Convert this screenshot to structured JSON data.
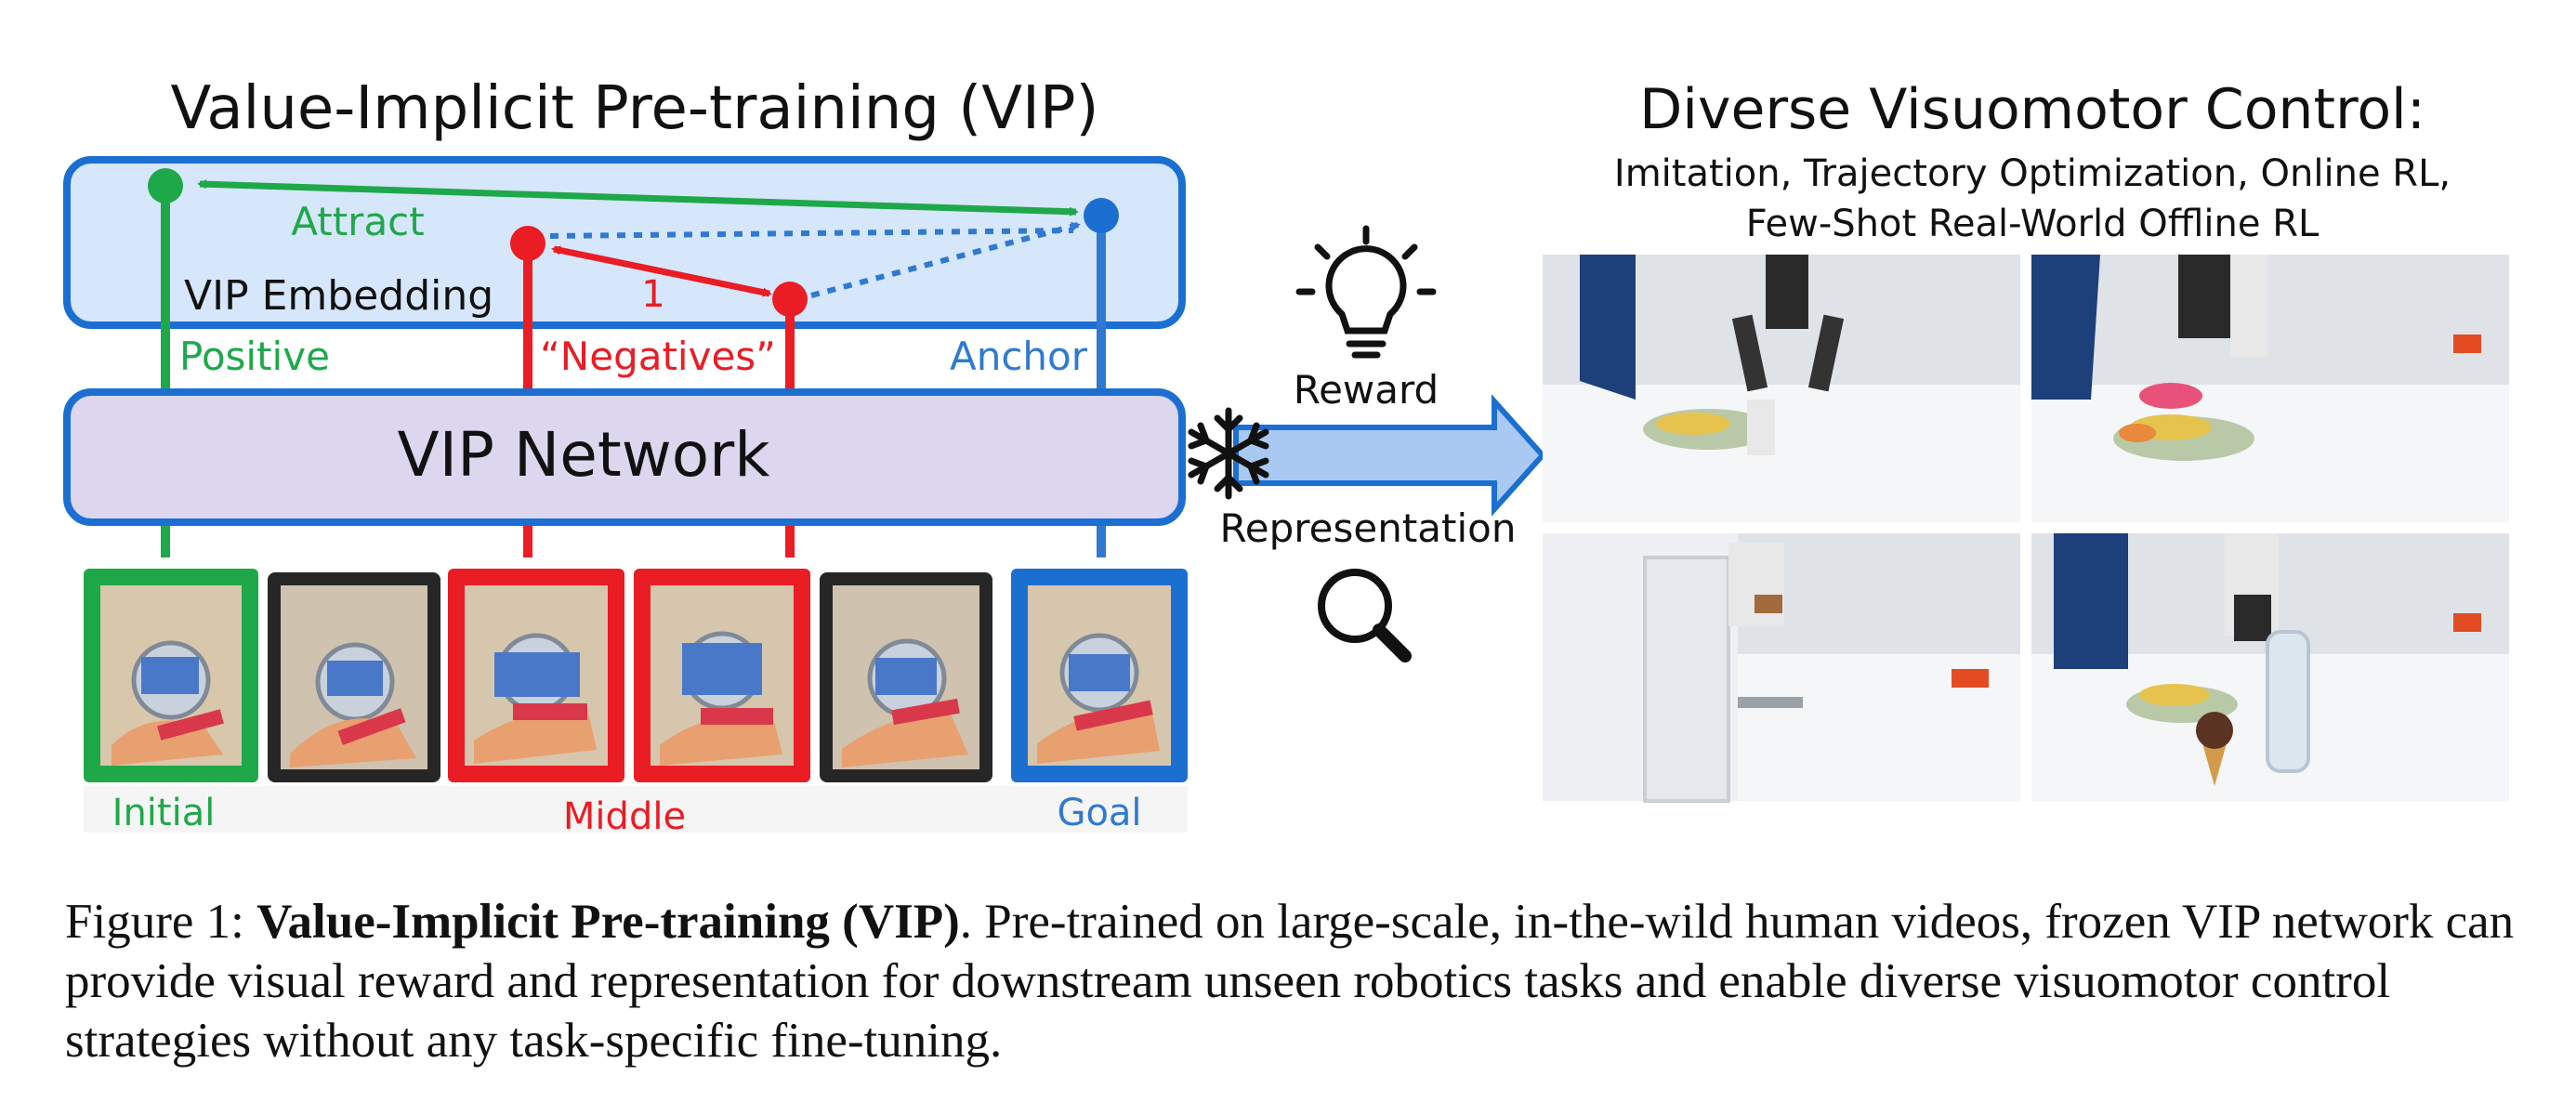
{
  "left_panel": {
    "title": "Value-Implicit Pre-training (VIP)",
    "embedding_label": "VIP Embedding",
    "attract_label": "Attract",
    "distance_label": "1",
    "positive_label": "Positive",
    "negatives_label": "“Negatives”",
    "anchor_label": "Anchor",
    "network_label": "VIP Network",
    "frame_labels": {
      "initial": "Initial",
      "middle": "Middle",
      "goal": "Goal"
    }
  },
  "middle_panel": {
    "reward_label": "Reward",
    "representation_label": "Representation",
    "icons": [
      "lightbulb-icon",
      "snowflake-icon",
      "magnifier-icon",
      "arrow-right-icon"
    ]
  },
  "right_panel": {
    "title": "Diverse Visuomotor Control:",
    "subtitle_line1": "Imitation, Trajectory Optimization, Online RL,",
    "subtitle_line2": "Few-Shot Real-World Offline RL"
  },
  "caption": {
    "prefix": "Figure 1: ",
    "bold": "Value-Implicit Pre-training (VIP)",
    "text": ". Pre-trained on large-scale, in-the-wild human videos, frozen VIP network can provide visual reward and representation for downstream unseen robotics tasks and enable diverse visuomotor control strategies without any task-specific fine-tuning."
  },
  "colors": {
    "green": "#1fa84a",
    "red": "#ea1c24",
    "blue": "#2f7ad0",
    "embedding_fill": "#d6e6fb",
    "network_fill": "#dcd6ee",
    "arrow_fill": "#a9c9f2"
  }
}
